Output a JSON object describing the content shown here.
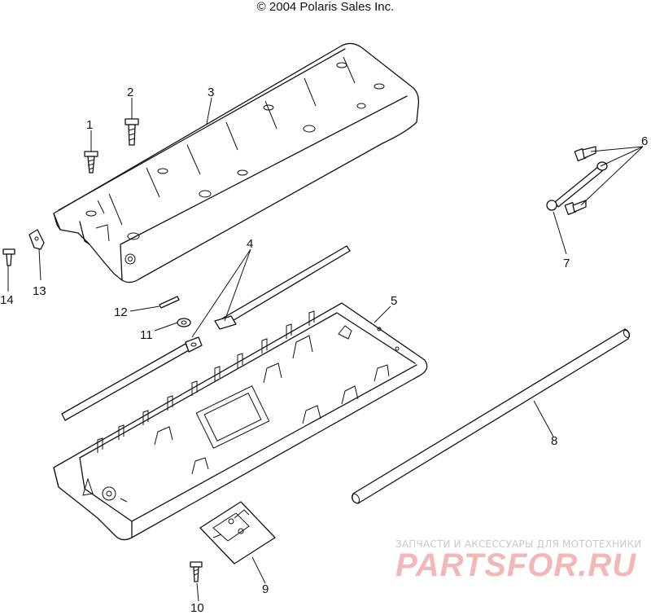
{
  "copyright": "© 2004 Polaris Sales Inc.",
  "callouts": [
    "1",
    "2",
    "3",
    "4",
    "5",
    "6",
    "7",
    "8",
    "9",
    "10",
    "11",
    "12",
    "13",
    "14"
  ],
  "watermark": {
    "tagline": "ЗАПЧАСТИ И АКСЕССУАРЫ ДЛЯ МОТОТЕХНИКИ",
    "logo": "PARTSFOR.RU"
  }
}
